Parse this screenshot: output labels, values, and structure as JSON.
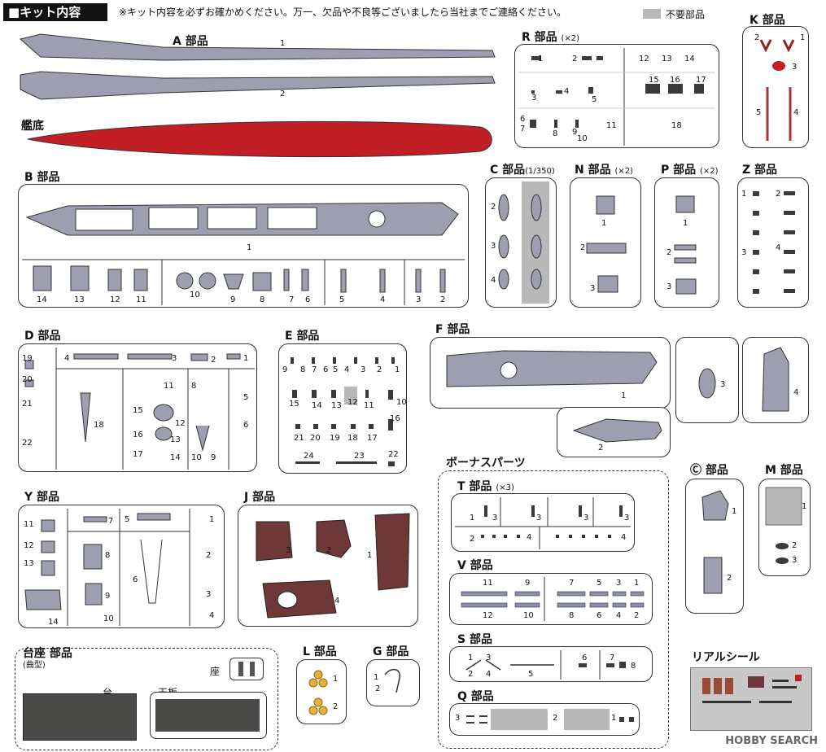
{
  "header": {
    "title": "キット内容",
    "notice": "※キット内容を必ずお確かめください。万一、欠品や不良等ございましたら当社までご連絡ください。",
    "legend_label": "不要部品",
    "legend_color": "#b8b8b8"
  },
  "colors": {
    "gray": "#9d9fb0",
    "red": "#c21e25",
    "maroon": "#6e3738"
  },
  "sections": {
    "A": {
      "title": "A 部品",
      "nums": [
        "1",
        "2"
      ]
    },
    "hull": {
      "title": "艦底"
    },
    "R": {
      "title": "R 部品",
      "qty": "(×2)",
      "nums": [
        "1",
        "2",
        "12",
        "13",
        "14",
        "3",
        "4",
        "5",
        "15",
        "16",
        "17",
        "6",
        "7",
        "8",
        "9",
        "10",
        "11",
        "18"
      ]
    },
    "K": {
      "title": "K 部品",
      "nums": [
        "2",
        "1",
        "3",
        "5",
        "4"
      ]
    },
    "B": {
      "title": "B 部品",
      "nums": [
        "1",
        "14",
        "13",
        "12",
        "11",
        "10",
        "9",
        "8",
        "7",
        "6",
        "5",
        "4",
        "3",
        "2"
      ]
    },
    "C": {
      "title": "C 部品",
      "sub": "(1/350)",
      "nums": [
        "2",
        "3",
        "4"
      ]
    },
    "N": {
      "title": "N 部品",
      "qty": "(×2)",
      "nums": [
        "1",
        "2",
        "3"
      ]
    },
    "P": {
      "title": "P 部品",
      "qty": "(×2)",
      "nums": [
        "1",
        "2",
        "3"
      ]
    },
    "Z": {
      "title": "Z 部品",
      "nums": [
        "1",
        "2",
        "3",
        "4"
      ]
    },
    "D": {
      "title": "D 部品",
      "nums": [
        "19",
        "4",
        "3",
        "2",
        "1",
        "20",
        "11",
        "8",
        "5",
        "21",
        "18",
        "15",
        "12",
        "6",
        "16",
        "13",
        "22",
        "17",
        "14",
        "10",
        "9"
      ]
    },
    "E": {
      "title": "E 部品",
      "nums": [
        "9",
        "8",
        "7",
        "6",
        "5",
        "4",
        "3",
        "2",
        "1",
        "15",
        "14",
        "13",
        "12",
        "11",
        "10",
        "21",
        "20",
        "19",
        "18",
        "17",
        "16",
        "24",
        "23",
        "22"
      ]
    },
    "F": {
      "title": "F 部品",
      "nums": [
        "1",
        "2",
        "3",
        "4"
      ]
    },
    "bonus": {
      "title": "ボーナスパーツ"
    },
    "T": {
      "title": "T 部品",
      "qty": "(×3)",
      "nums": [
        "1",
        "3",
        "3",
        "3",
        "3",
        "2",
        "4",
        "4"
      ]
    },
    "V": {
      "title": "V 部品",
      "nums": [
        "11",
        "9",
        "7",
        "5",
        "3",
        "1",
        "12",
        "10",
        "8",
        "6",
        "4",
        "2"
      ]
    },
    "S": {
      "title": "S 部品",
      "nums": [
        "1",
        "3",
        "2",
        "4",
        "5",
        "6",
        "7",
        "8"
      ]
    },
    "Q": {
      "title": "Q 部品",
      "nums": [
        "3",
        "2",
        "1"
      ]
    },
    "Y": {
      "title": "Y 部品",
      "nums": [
        "11",
        "7",
        "5",
        "1",
        "12",
        "8",
        "2",
        "13",
        "6",
        "3",
        "9",
        "14",
        "10",
        "4"
      ]
    },
    "J": {
      "title": "J 部品",
      "nums": [
        "3",
        "2",
        "1",
        "4"
      ]
    },
    "CC": {
      "title": "Ⓒ 部品",
      "nums": [
        "1",
        "2"
      ]
    },
    "M": {
      "title": "M 部品",
      "nums": [
        "1",
        "2",
        "3"
      ]
    },
    "stand": {
      "title": "台座 部品",
      "sub": "(曲型)",
      "za": "座",
      "dai": "台",
      "tenban": "天板"
    },
    "L": {
      "title": "L 部品",
      "nums": [
        "1",
        "2"
      ]
    },
    "G": {
      "title": "G 部品",
      "nums": [
        "1",
        "2"
      ]
    },
    "seal": {
      "title": "リアルシール"
    }
  },
  "watermark": "HOBBY SEARCH"
}
